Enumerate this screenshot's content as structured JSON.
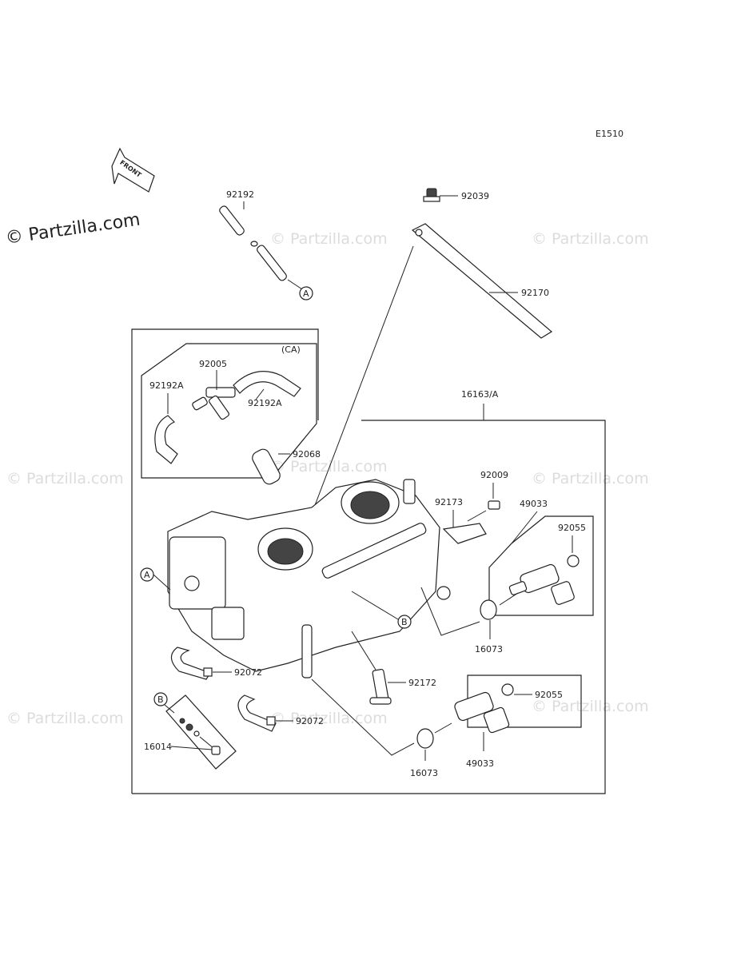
{
  "diagram_code": "E1510",
  "front_label": "FRONT",
  "watermark_strong": "© Partzilla.com",
  "watermark": "© Partzilla.com",
  "ref_a": "A",
  "ref_b": "B",
  "ca_label": "(CA)",
  "parts": {
    "p92192": "92192",
    "p92039": "92039",
    "p92170": "92170",
    "p92005": "92005",
    "p92192A_left": "92192A",
    "p92192A_right": "92192A",
    "p16163A": "16163/A",
    "p92068": "92068",
    "p92009": "92009",
    "p92173": "92173",
    "p49033_top": "49033",
    "p92055_top": "92055",
    "p16073_top": "16073",
    "p92072_a": "92072",
    "p92172": "92172",
    "p92055_bottom": "92055",
    "p16014": "16014",
    "p92072_b": "92072",
    "p16073_bottom": "16073",
    "p49033_bottom": "49033"
  }
}
